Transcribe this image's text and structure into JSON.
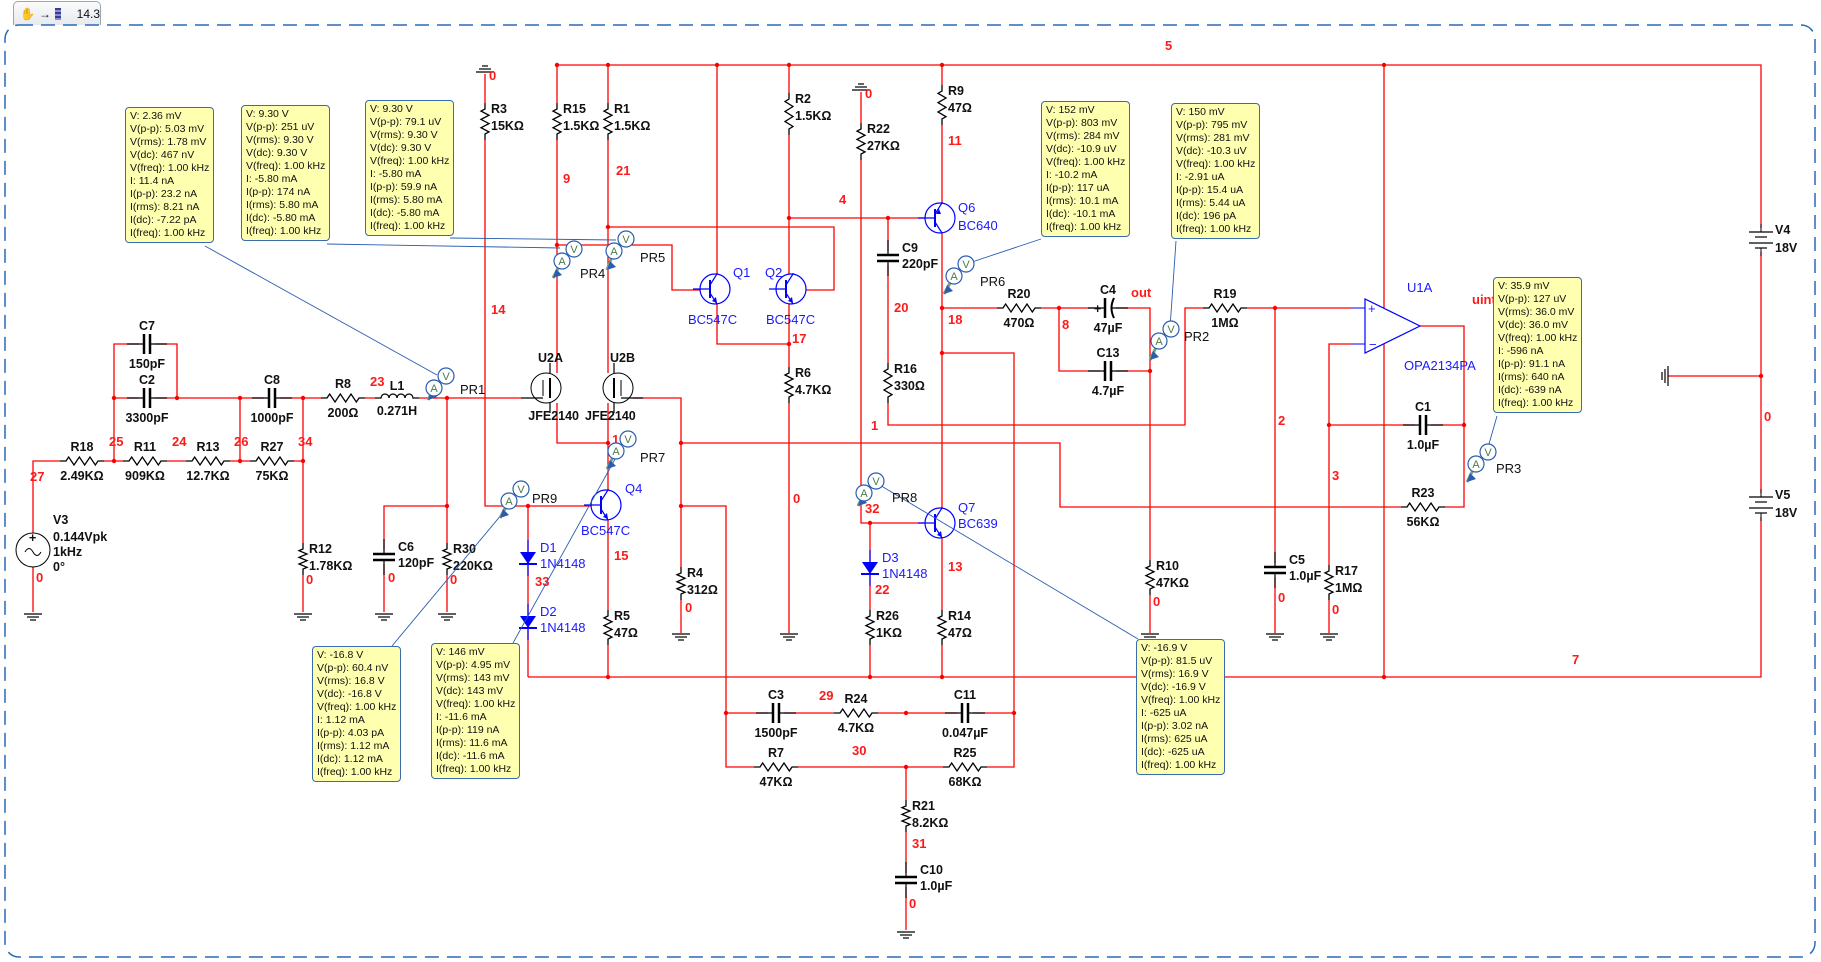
{
  "toolbar": {
    "tab_label": "14.3",
    "tab_icon": "hand-to-sheet-icon"
  },
  "colors": {
    "wire": "#ff0000",
    "component": "#000000",
    "semiconductor": "#0000ff",
    "probe_box": "#ffffb0",
    "probe_border": "#3a6ab0",
    "net_label": "#ff1a1a"
  },
  "components": {
    "R3": {
      "ref": "R3",
      "value": "15KΩ"
    },
    "R15": {
      "ref": "R15",
      "value": "1.5KΩ"
    },
    "R1": {
      "ref": "R1",
      "value": "1.5KΩ"
    },
    "R2": {
      "ref": "R2",
      "value": "1.5KΩ"
    },
    "R22": {
      "ref": "R22",
      "value": "27KΩ"
    },
    "R9": {
      "ref": "R9",
      "value": "47Ω"
    },
    "R6": {
      "ref": "R6",
      "value": "4.7KΩ"
    },
    "R16": {
      "ref": "R16",
      "value": "330Ω"
    },
    "R4": {
      "ref": "R4",
      "value": "312Ω"
    },
    "R5": {
      "ref": "R5",
      "value": "47Ω"
    },
    "R26": {
      "ref": "R26",
      "value": "1KΩ"
    },
    "R14": {
      "ref": "R14",
      "value": "47Ω"
    },
    "R12": {
      "ref": "R12",
      "value": "1.78KΩ"
    },
    "R30": {
      "ref": "R30",
      "value": "220KΩ"
    },
    "R10": {
      "ref": "R10",
      "value": "47KΩ"
    },
    "R17": {
      "ref": "R17",
      "value": "1MΩ"
    },
    "R21": {
      "ref": "R21",
      "value": "8.2KΩ"
    },
    "R18": {
      "ref": "R18",
      "value": "2.49KΩ"
    },
    "R11": {
      "ref": "R11",
      "value": "909KΩ"
    },
    "R13": {
      "ref": "R13",
      "value": "12.7KΩ"
    },
    "R27": {
      "ref": "R27",
      "value": "75KΩ"
    },
    "R8": {
      "ref": "R8",
      "value": "200Ω"
    },
    "R20": {
      "ref": "R20",
      "value": "470Ω"
    },
    "R19": {
      "ref": "R19",
      "value": "1MΩ"
    },
    "R23": {
      "ref": "R23",
      "value": "56KΩ"
    },
    "R24": {
      "ref": "R24",
      "value": "4.7KΩ"
    },
    "R7": {
      "ref": "R7",
      "value": "47KΩ"
    },
    "R25": {
      "ref": "R25",
      "value": "68KΩ"
    },
    "L1": {
      "ref": "L1",
      "value": "0.271H"
    },
    "C7": {
      "ref": "C7",
      "value": "150pF"
    },
    "C2": {
      "ref": "C2",
      "value": "3300pF"
    },
    "C8": {
      "ref": "C8",
      "value": "1000pF"
    },
    "C4": {
      "ref": "C4",
      "value": "47µF"
    },
    "C13": {
      "ref": "C13",
      "value": "4.7µF"
    },
    "C1": {
      "ref": "C1",
      "value": "1.0µF"
    },
    "C3": {
      "ref": "C3",
      "value": "1500pF"
    },
    "C11": {
      "ref": "C11",
      "value": "0.047µF"
    },
    "C9": {
      "ref": "C9",
      "value": "220pF"
    },
    "C6": {
      "ref": "C6",
      "value": "120pF"
    },
    "C5": {
      "ref": "C5",
      "value": "1.0µF"
    },
    "C10": {
      "ref": "C10",
      "value": "1.0µF"
    },
    "Q1": {
      "ref": "Q1",
      "value": "BC547C"
    },
    "Q2": {
      "ref": "Q2",
      "value": "BC547C"
    },
    "Q4": {
      "ref": "Q4",
      "value": "BC547C"
    },
    "Q6": {
      "ref": "Q6",
      "value": "BC640"
    },
    "Q7": {
      "ref": "Q7",
      "value": "BC639"
    },
    "U2A": {
      "ref": "U2A",
      "value": "JFE2140"
    },
    "U2B": {
      "ref": "U2B",
      "value": "JFE2140"
    },
    "D1": {
      "ref": "D1",
      "value": "1N4148"
    },
    "D2": {
      "ref": "D2",
      "value": "1N4148"
    },
    "D3": {
      "ref": "D3",
      "value": "1N4148"
    },
    "U1A": {
      "ref": "U1A",
      "value": "OPA2134PA"
    },
    "V3": {
      "ref": "V3",
      "lines": [
        "0.144Vpk",
        "1kHz",
        "0°"
      ]
    },
    "V4": {
      "ref": "V4",
      "value": "18V"
    },
    "V5": {
      "ref": "V5",
      "value": "18V"
    }
  },
  "net_labels": [
    "5",
    "0",
    "0",
    "9",
    "21",
    "4",
    "11",
    "14",
    "18",
    "20",
    "8",
    "out",
    "17",
    "23",
    "25",
    "24",
    "26",
    "34",
    "27",
    "0",
    "0",
    "0",
    "0",
    "1",
    "1",
    "0",
    "2",
    "3",
    "0",
    "7",
    "15",
    "33",
    "22",
    "13",
    "32",
    "0",
    "0",
    "0",
    "0",
    "29",
    "30",
    "31",
    "0",
    "uint"
  ],
  "probes": [
    {
      "name": "PR1",
      "readings": [
        "V: 2.36 mV",
        "V(p-p): 5.03 mV",
        "V(rms): 1.78 mV",
        "V(dc): 467 nV",
        "V(freq): 1.00 kHz",
        "I: 11.4 nA",
        "I(p-p): 23.2 nA",
        "I(rms): 8.21 nA",
        "I(dc): -7.22 pA",
        "I(freq): 1.00 kHz"
      ]
    },
    {
      "name": "PR4",
      "readings": [
        "V: 9.30 V",
        "V(p-p): 251 uV",
        "V(rms): 9.30 V",
        "V(dc): 9.30 V",
        "V(freq): 1.00 kHz",
        "I: -5.80 mA",
        "I(p-p): 174 nA",
        "I(rms): 5.80 mA",
        "I(dc): -5.80 mA",
        "I(freq): 1.00 kHz"
      ]
    },
    {
      "name": "PR5",
      "readings": [
        "V: 9.30 V",
        "V(p-p): 79.1 uV",
        "V(rms): 9.30 V",
        "V(dc): 9.30 V",
        "V(freq): 1.00 kHz",
        "I: -5.80 mA",
        "I(p-p): 59.9 nA",
        "I(rms): 5.80 mA",
        "I(dc): -5.80 mA",
        "I(freq): 1.00 kHz"
      ]
    },
    {
      "name": "PR6",
      "readings": [
        "V: 152 mV",
        "V(p-p): 803 mV",
        "V(rms): 284 mV",
        "V(dc): -10.9 uV",
        "V(freq): 1.00 kHz",
        "I: -10.2 mA",
        "I(p-p): 117 uA",
        "I(rms): 10.1 mA",
        "I(dc): -10.1 mA",
        "I(freq): 1.00 kHz"
      ]
    },
    {
      "name": "PR2",
      "readings": [
        "V: 150 mV",
        "V(p-p): 795 mV",
        "V(rms): 281 mV",
        "V(dc): -10.3 uV",
        "V(freq): 1.00 kHz",
        "I: -2.91 uA",
        "I(p-p): 15.4 uA",
        "I(rms): 5.44 uA",
        "I(dc): 196 pA",
        "I(freq): 1.00 kHz"
      ]
    },
    {
      "name": "PR3",
      "readings": [
        "V: 35.9 mV",
        "V(p-p): 127 uV",
        "V(rms): 36.0 mV",
        "V(dc): 36.0 mV",
        "V(freq): 1.00 kHz",
        "I: -596 nA",
        "I(p-p): 91.1 nA",
        "I(rms): 640 nA",
        "I(dc): -639 nA",
        "I(freq): 1.00 kHz"
      ]
    },
    {
      "name": "PR9",
      "readings": [
        "V: -16.8 V",
        "V(p-p): 60.4 nV",
        "V(rms): 16.8 V",
        "V(dc): -16.8 V",
        "V(freq): 1.00 kHz",
        "I: 1.12 mA",
        "I(p-p): 4.03 pA",
        "I(rms): 1.12 mA",
        "I(dc): 1.12 mA",
        "I(freq): 1.00 kHz"
      ]
    },
    {
      "name": "PR7",
      "readings": [
        "V: 146 mV",
        "V(p-p): 4.95 mV",
        "V(rms): 143 mV",
        "V(dc): 143 mV",
        "V(freq): 1.00 kHz",
        "I: -11.6 mA",
        "I(p-p): 119 nA",
        "I(rms): 11.6 mA",
        "I(dc): -11.6 mA",
        "I(freq): 1.00 kHz"
      ]
    },
    {
      "name": "PR8",
      "readings": [
        "V: -16.9 V",
        "V(p-p): 81.5 uV",
        "V(rms): 16.9 V",
        "V(dc): -16.9 V",
        "V(freq): 1.00 kHz",
        "I: -625 uA",
        "I(p-p): 3.02 nA",
        "I(rms): 625 uA",
        "I(dc): -625 uA",
        "I(freq): 1.00 kHz"
      ]
    }
  ]
}
